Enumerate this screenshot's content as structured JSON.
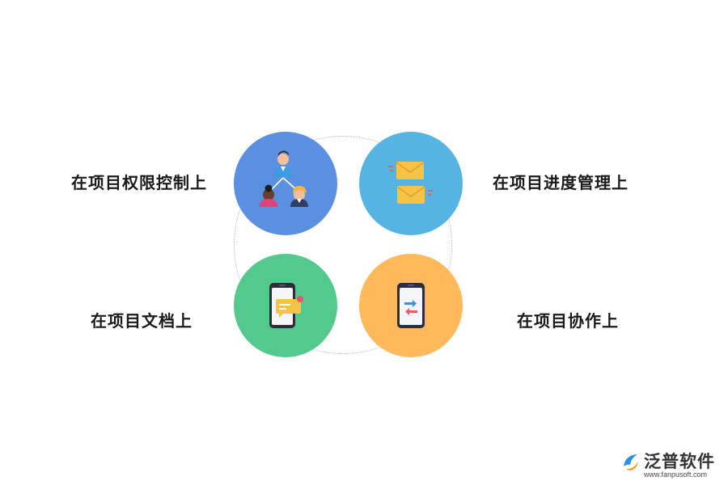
{
  "nodes": [
    {
      "label": "在项目权限控制上",
      "color": "#5b8fe0",
      "icon": "team-hierarchy-icon"
    },
    {
      "label": "在项目进度管理上",
      "color": "#56b4e3",
      "icon": "envelopes-icon"
    },
    {
      "label": "在项目文档上",
      "color": "#53c98e",
      "icon": "phone-message-icon"
    },
    {
      "label": "在项目协作上",
      "color": "#fdb95a",
      "icon": "phone-transfer-icon"
    }
  ],
  "logo": {
    "text": "泛普软件",
    "url": "www.fanpusoft.com",
    "icon": "fanpu-logo-icon"
  }
}
